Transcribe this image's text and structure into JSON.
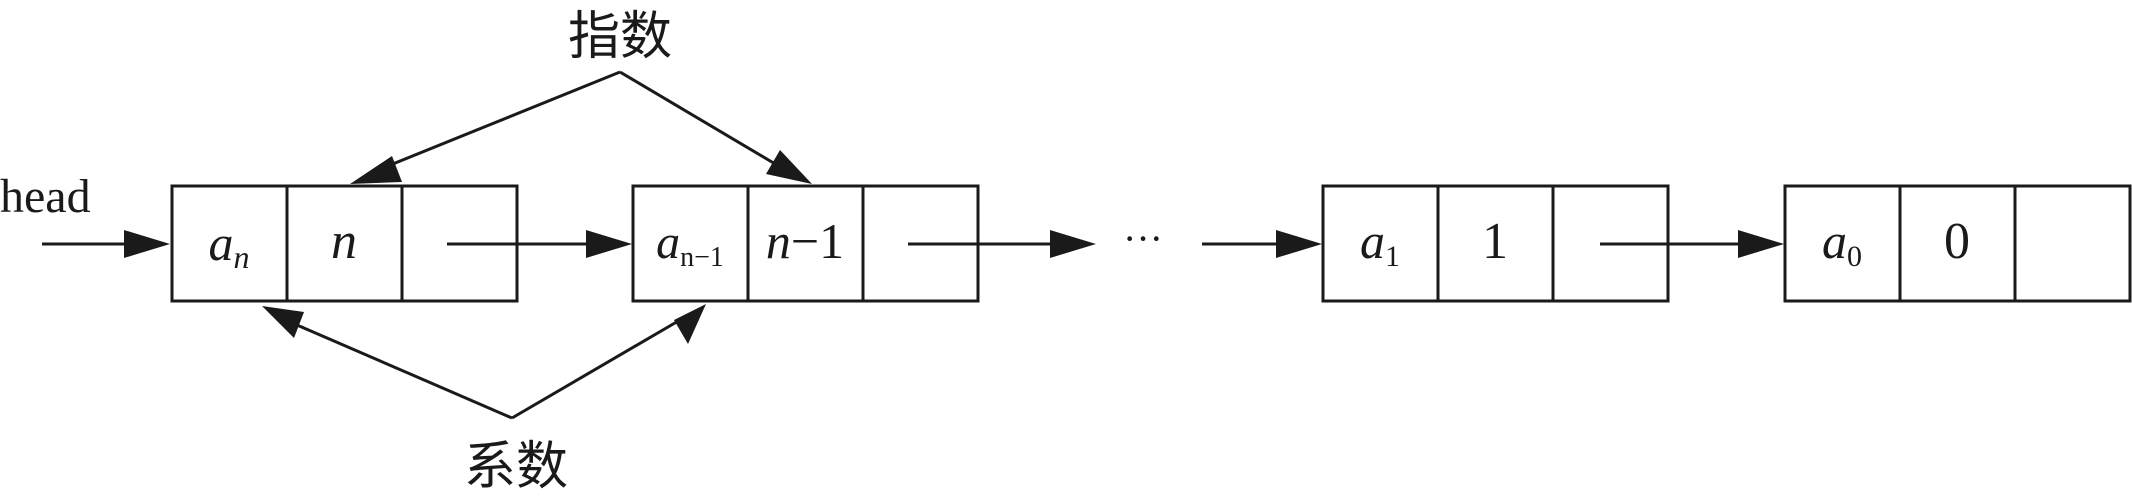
{
  "labels": {
    "head": "head",
    "exponent": "指数",
    "coefficient": "系数",
    "ellipsis": "···"
  },
  "nodes": [
    {
      "coef_base": "a",
      "coef_sub": "n",
      "exp_text": "n",
      "exp_italic": true
    },
    {
      "coef_base": "a",
      "coef_sub": "n−1",
      "exp_var": "n",
      "exp_rest": "−1"
    },
    {
      "coef_base": "a",
      "coef_sub": "1",
      "exp_text": "1",
      "exp_italic": false
    },
    {
      "coef_base": "a",
      "coef_sub": "0",
      "exp_text": "0",
      "exp_italic": false
    }
  ]
}
